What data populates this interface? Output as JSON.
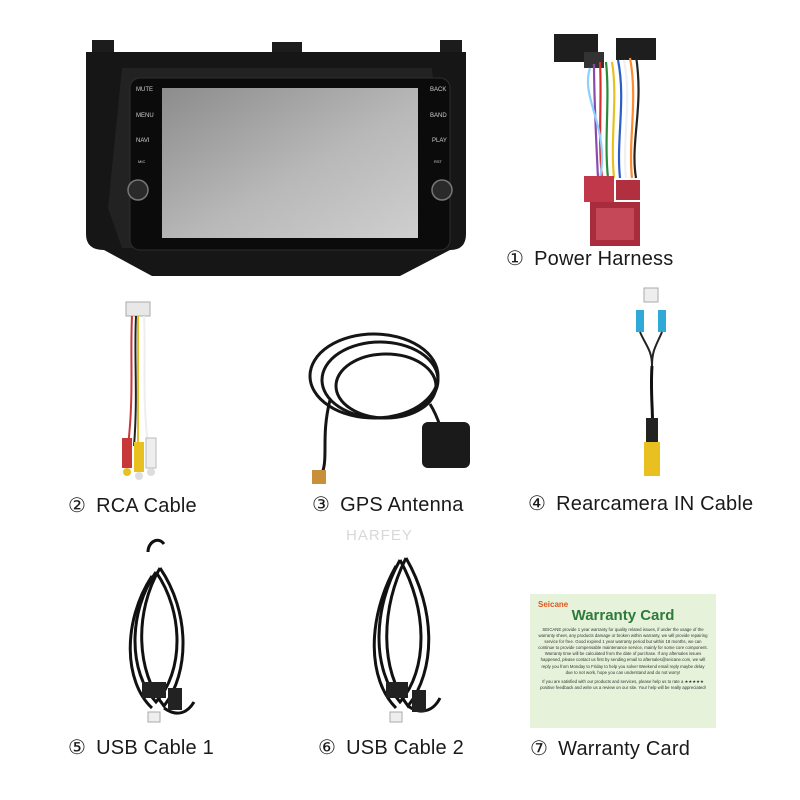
{
  "head_unit": {
    "left_buttons": [
      "MUTE",
      "MENU",
      "NAVI",
      "MIC"
    ],
    "right_buttons": [
      "BACK",
      "BAND",
      "PLAY",
      "RST"
    ]
  },
  "items": [
    {
      "num": "①",
      "label": "Power Harness"
    },
    {
      "num": "②",
      "label": "RCA Cable"
    },
    {
      "num": "③",
      "label": "GPS Antenna"
    },
    {
      "num": "④",
      "label": "Rearcamera IN Cable"
    },
    {
      "num": "⑤",
      "label": "USB Cable 1"
    },
    {
      "num": "⑥",
      "label": "USB Cable 2"
    },
    {
      "num": "⑦",
      "label": "Warranty Card"
    }
  ],
  "watermark": "HARFEY",
  "warranty_card": {
    "brand": "Seicane",
    "title": "Warranty Card",
    "body": "SEICANE provide 1 year warranty for quality related issues, if under the usage of the warranty sheet, any products damage or broken within warranty, we will provide repairing service for free. Good expired 1 year warranty period but within 18 months, we can continue to provide compensable maintenance service, mainly for some core component. Warranty time will be calculated from the date of purchase. If any aftersales issues happened, please contact us first by sending email to aftersales@seicane.com, we will reply you from Monday to Friday to help you solve! Weekend email reply maybe delay due to not work, hope you can understand and do not worry!",
    "footer": "If you are satisfied with our products and services, please help us to rate a ★★★★★ positive feedback and write us a review on our site. Your help will be really appreciated!"
  }
}
